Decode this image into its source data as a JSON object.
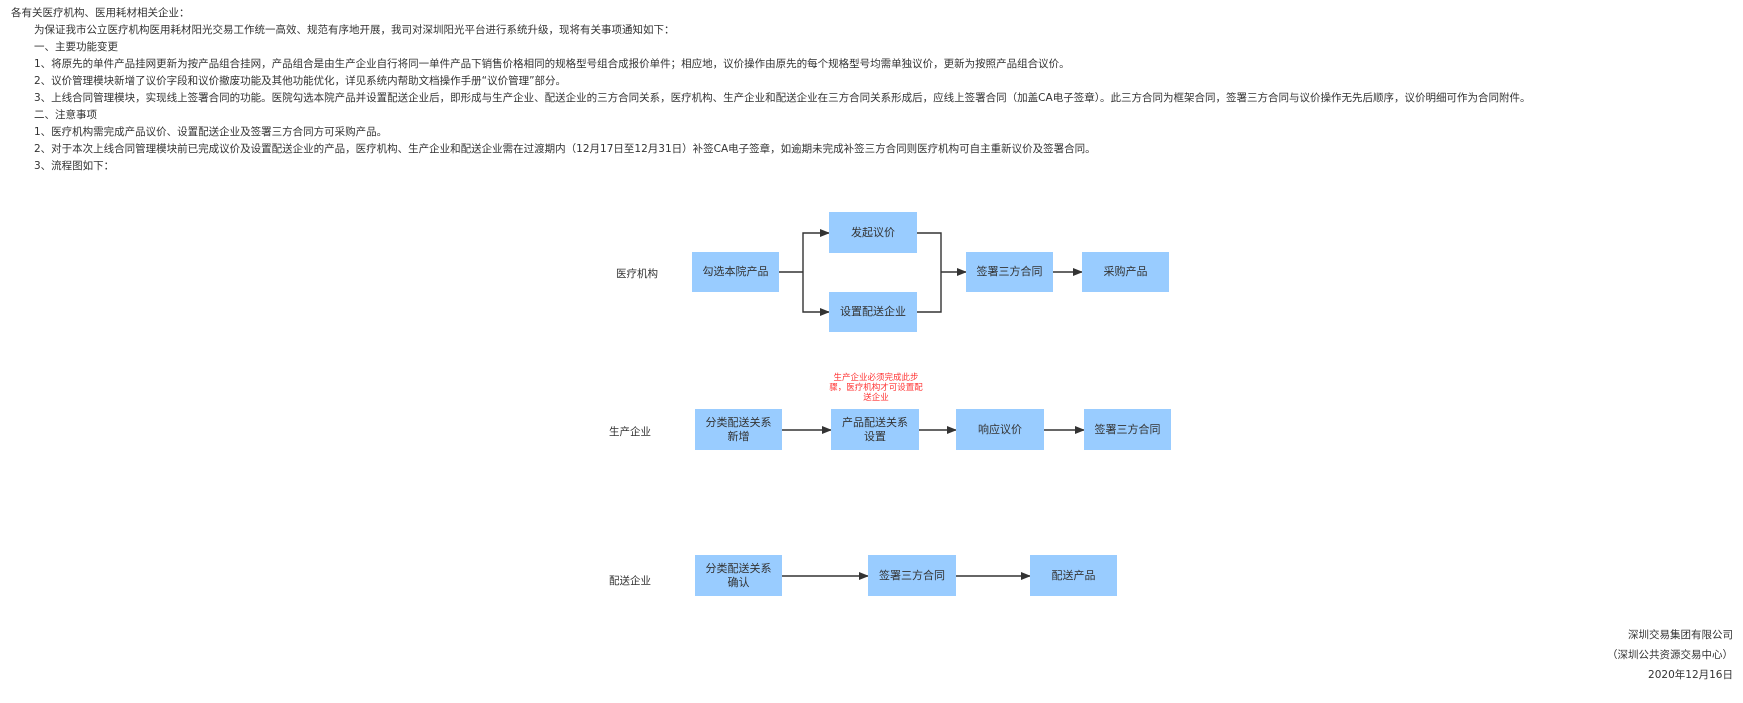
{
  "notice": {
    "greeting": "各有关医疗机构、医用耗材相关企业：",
    "intro": "为保证我市公立医疗机构医用耗材阳光交易工作统一高效、规范有序地开展，我司对深圳阳光平台进行系统升级，现将有关事项通知如下：",
    "section1": "一、主要功能变更",
    "item1": "1、将原先的单件产品挂网更新为按产品组合挂网，产品组合是由生产企业自行将同一单件产品下销售价格相同的规格型号组合成报价单件；相应地，议价操作由原先的每个规格型号均需单独议价，更新为按照产品组合议价。",
    "item2": "2、议价管理模块新增了议价字段和议价撤废功能及其他功能优化，详见系统内帮助文档操作手册“议价管理”部分。",
    "item3": "3、上线合同管理模块，实现线上签署合同的功能。医院勾选本院产品并设置配送企业后，即形成与生产企业、配送企业的三方合同关系，医疗机构、生产企业和配送企业在三方合同关系形成后，应线上签署合同（加盖CA电子签章）。此三方合同为框架合同，签署三方合同与议价操作无先后顺序，议价明细可作为合同附件。",
    "section2": "二、注意事项",
    "note1": "1、医疗机构需完成产品议价、设置配送企业及签署三方合同方可采购产品。",
    "note2": "2、对于本次上线合同管理模块前已完成议价及设置配送企业的产品，医疗机构、生产企业和配送企业需在过渡期内（12月17日至12月31日）补签CA电子签章，如逾期未完成补签三方合同则医疗机构可自主重新议价及签署合同。",
    "note3": "3、流程图如下："
  },
  "flowchart": {
    "row1": {
      "label": "医疗机构",
      "select": "勾选本院产品",
      "initiate": "发起议价",
      "setdist": "设置配送企业",
      "sign": "签署三方合同",
      "purchase": "采购产品"
    },
    "row2": {
      "label": "生产企业",
      "classify": "分类配送关系\n新增",
      "relation": "产品配送关系\n设置",
      "respond": "响应议价",
      "sign": "签署三方合同",
      "warning": "生产企业必须完成此步骤，医疗机构才可设置配送企业"
    },
    "row3": {
      "label": "配送企业",
      "confirm": "分类配送关系\n确认",
      "sign": "签署三方合同",
      "deliver": "配送产品"
    },
    "colors": {
      "box": "#99ccff",
      "arrow": "#333333",
      "warning": "#ff3333"
    }
  },
  "signature": {
    "company": "深圳交易集团有限公司",
    "center": "（深圳公共资源交易中心）",
    "date": "2020年12月16日"
  }
}
